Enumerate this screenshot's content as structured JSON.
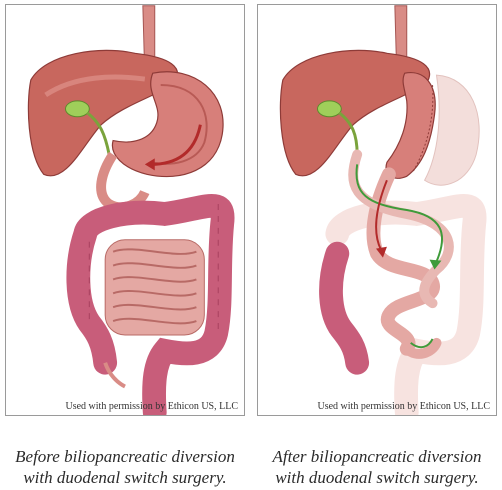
{
  "panels": [
    {
      "id": "before",
      "credit": "Used with permission by Ethicon US, LLC",
      "caption_line1": "Before biliopancreatic diversion",
      "caption_line2": "with duodenal switch surgery."
    },
    {
      "id": "after",
      "credit": "Used with permission by Ethicon US, LLC",
      "caption_line1": "After biliopancreatic diversion",
      "caption_line2": "with duodenal switch surgery."
    }
  ],
  "colors": {
    "liver": "#c8675e",
    "gallbladder": "#9fcf5a",
    "stomach": "#d77f7a",
    "colon": "#c85d7a",
    "small_intestine": "#e4a8a3",
    "faded_colon": "#f7e3e0",
    "bile_route": "#3f9b3a",
    "food_arrow": "#b22a2a"
  }
}
